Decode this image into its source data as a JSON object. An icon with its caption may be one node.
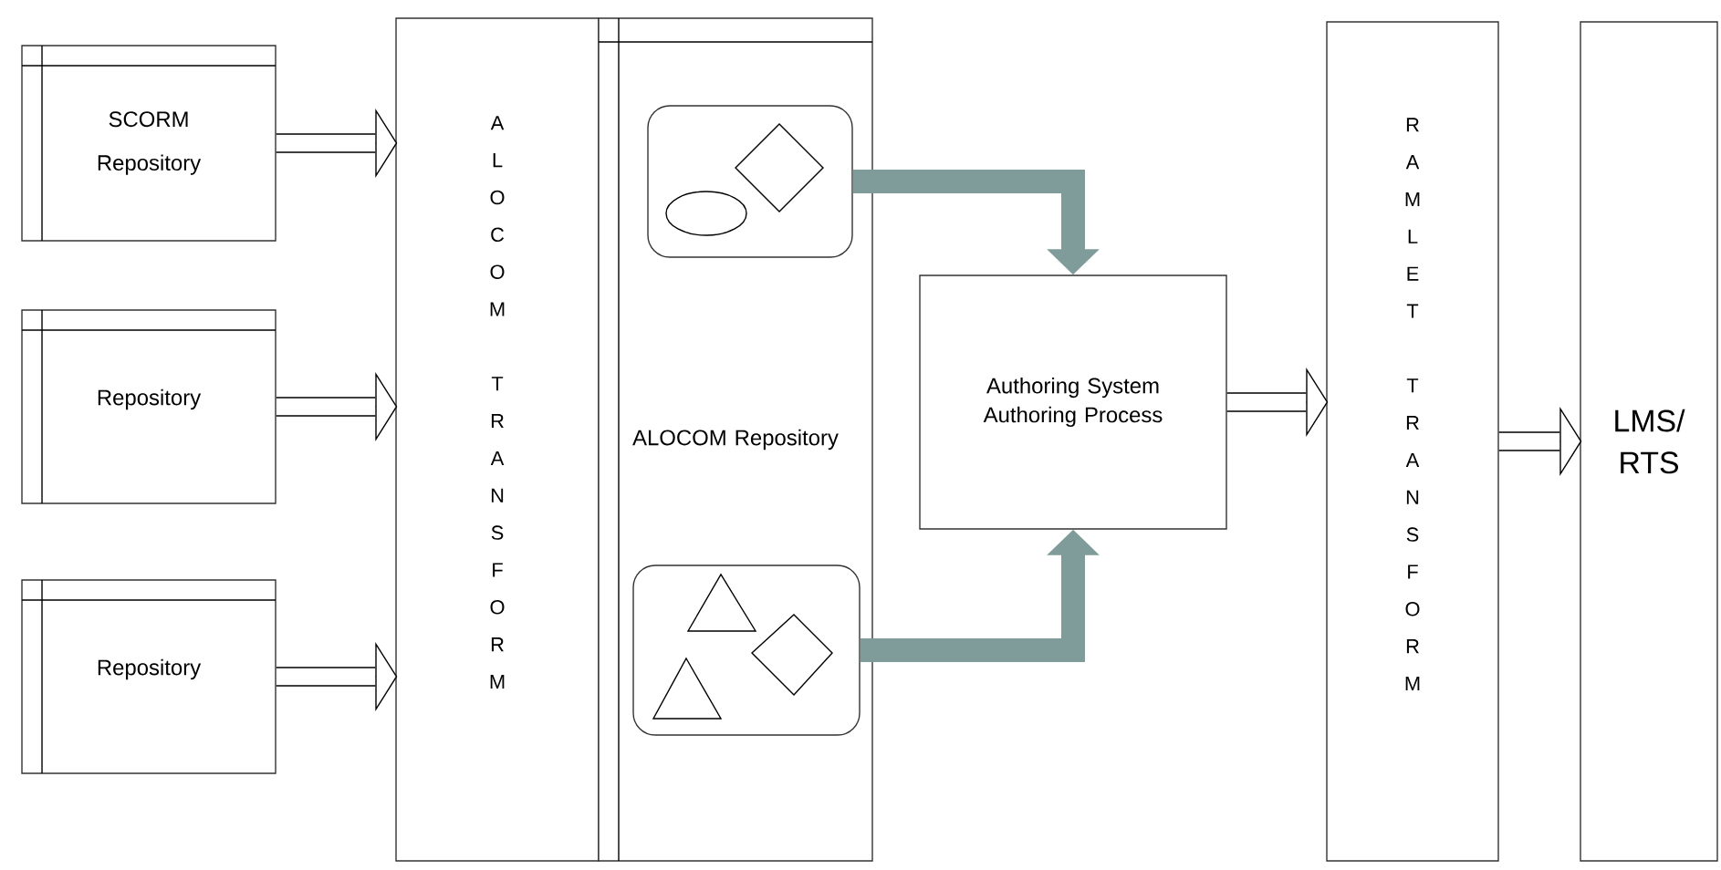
{
  "diagram": {
    "nodes": [
      {
        "text": [
          "SCORM Repository"
        ]
      },
      {
        "text": [
          "Repository"
        ]
      },
      {
        "text": [
          "Repository"
        ]
      },
      {
        "text": [
          "ALOCOM TRANSFORM"
        ]
      },
      {
        "text": [
          "ALOCOM Repository"
        ]
      },
      {
        "text": [],
        "shape": "box",
        "in": 4
      },
      {
        "text": [],
        "shape": "box",
        "in": 4
      },
      {
        "text": [
          "Authoring System",
          "Authoring Process"
        ]
      },
      {
        "text": [
          "RAMLET TRANSFORM"
        ]
      },
      {
        "text": [
          "LMS/ RTS"
        ]
      }
    ],
    "edges": [
      {
        "from": 0,
        "to": 3,
        "arrow": "to"
      },
      {
        "from": 1,
        "to": 3,
        "arrow": "to"
      },
      {
        "from": 2,
        "to": 3,
        "arrow": "to"
      },
      {
        "from": 5,
        "to": 7,
        "arrow": "to",
        "style": "thick",
        "color": "#7f9c9a"
      },
      {
        "from": 6,
        "to": 7,
        "arrow": "to",
        "style": "thick",
        "color": "#7f9c9a"
      },
      {
        "from": 7,
        "to": 8,
        "arrow": "to"
      },
      {
        "from": 8,
        "to": 9,
        "arrow": "to"
      }
    ]
  }
}
